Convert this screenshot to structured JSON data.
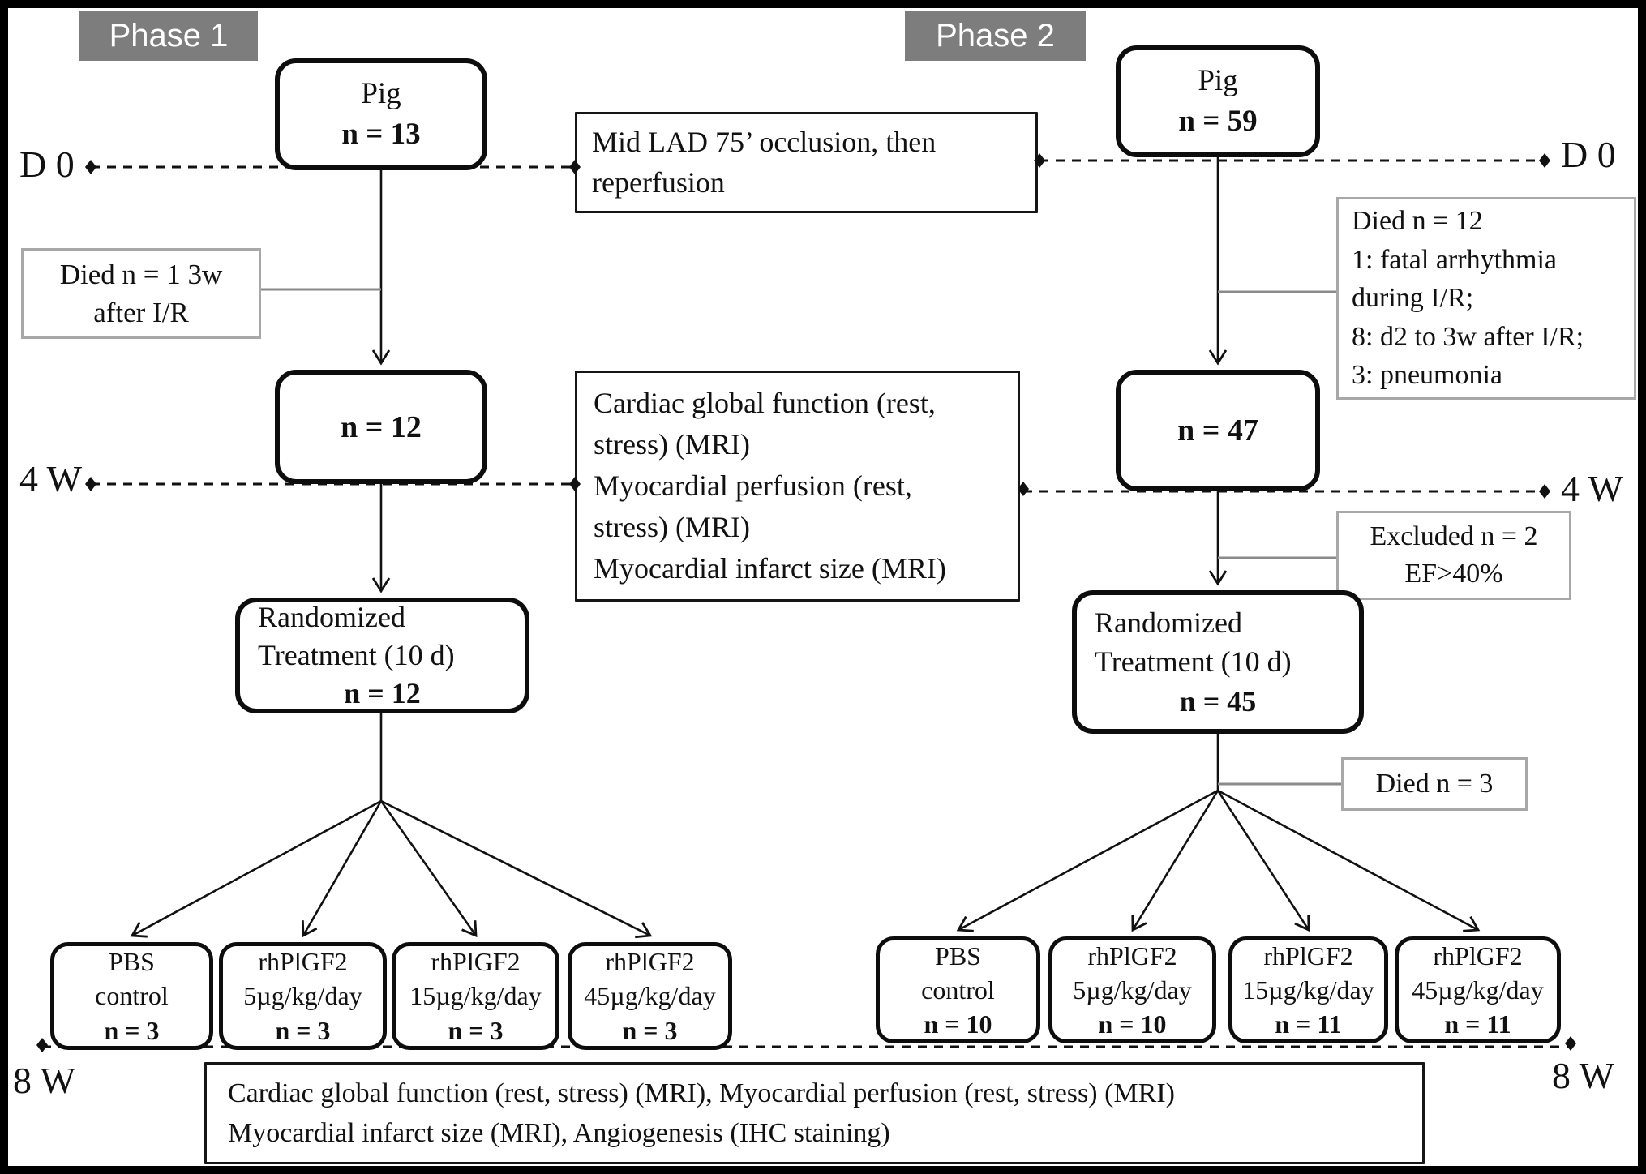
{
  "figure": {
    "colors": {
      "phase_label_bg": "#7d7d7d",
      "note_border_gray": "#a8a8a8",
      "line": "#111111",
      "background": "#ffffff"
    },
    "timeline": {
      "d0_left": "D 0",
      "d0_right": "D 0",
      "w4_left": "4 W",
      "w4_right": "4 W",
      "w8_left": "8 W",
      "w8_right": "8 W"
    },
    "phase1": {
      "label": "Phase 1",
      "pig": {
        "title": "Pig",
        "n": "n = 13"
      },
      "died_note": {
        "line1": "Died n = 1 3w",
        "line2": "after I/R"
      },
      "n_after_ir": "n = 12",
      "randomized": {
        "line1": "Randomized",
        "line2": "Treatment (10 d)",
        "n": "n = 12"
      },
      "treatments": [
        {
          "line1": "PBS",
          "line2": "control",
          "n": "n = 3"
        },
        {
          "line1": "rhPlGF2",
          "line2": "5µg/kg/day",
          "n": "n = 3"
        },
        {
          "line1": "rhPlGF2",
          "line2": "15µg/kg/day",
          "n": "n = 3"
        },
        {
          "line1": "rhPlGF2",
          "line2": "45µg/kg/day",
          "n": "n = 3"
        }
      ]
    },
    "phase2": {
      "label": "Phase 2",
      "pig": {
        "title": "Pig",
        "n": "n = 59"
      },
      "died_note": {
        "line1": "Died n = 12",
        "line2": "1: fatal arrhythmia",
        "line3": "during I/R;",
        "line4": "8: d2 to 3w after I/R;",
        "line5": "3: pneumonia"
      },
      "n_after_ir": "n = 47",
      "excluded_note": {
        "line1": "Excluded n = 2",
        "line2": "EF>40%"
      },
      "randomized": {
        "line1": "Randomized",
        "line2": "Treatment (10 d)",
        "n": "n = 45"
      },
      "died_note2": "Died n = 3",
      "treatments": [
        {
          "line1": "PBS",
          "line2": "control",
          "n": "n = 10"
        },
        {
          "line1": "rhPlGF2",
          "line2": "5µg/kg/day",
          "n": "n = 10"
        },
        {
          "line1": "rhPlGF2",
          "line2": "15µg/kg/day",
          "n": "n = 11"
        },
        {
          "line1": "rhPlGF2",
          "line2": "45µg/kg/day",
          "n": "n = 11"
        }
      ]
    },
    "procedure_notes": {
      "d0": {
        "line1": "Mid LAD 75’ occlusion, then",
        "line2": "reperfusion"
      },
      "w4": {
        "line1": "Cardiac global function (rest,",
        "line2": "stress) (MRI)",
        "line3": "Myocardial perfusion (rest,",
        "line4": "stress) (MRI)",
        "line5": "Myocardial infarct size (MRI)"
      },
      "w8": {
        "line1": "Cardiac global function (rest, stress) (MRI), Myocardial perfusion (rest, stress) (MRI)",
        "line2": "Myocardial infarct size (MRI), Angiogenesis (IHC staining)"
      }
    }
  }
}
